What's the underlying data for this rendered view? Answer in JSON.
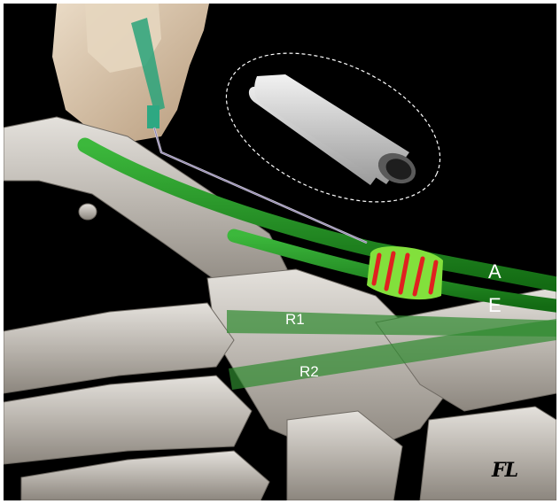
{
  "labels": {
    "tendon_a": "A",
    "tendon_e": "E",
    "retinaculum_1": "R1",
    "retinaculum_2": "R2"
  },
  "signature": "FL",
  "colors": {
    "background": "#000000",
    "bone": "#c8c4be",
    "tendon": "#1f8f1f",
    "retinaculum": "#3c8a3c",
    "sheath": "#7ddc3a",
    "sheath_stripes": "#e02020",
    "needle_hub": "#2aa37a",
    "skin": "#d9c3a5",
    "label_text": "#ffffff"
  }
}
